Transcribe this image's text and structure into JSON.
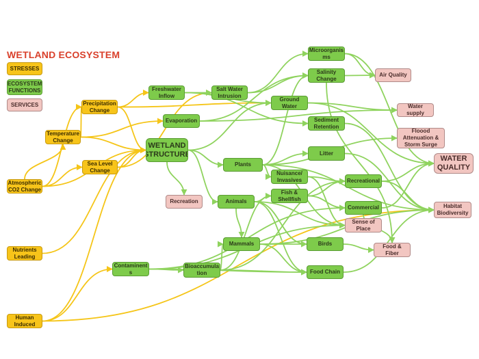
{
  "title": "WETLAND ECOSYSTEM",
  "legend": {
    "stresses": "STRESSES",
    "functions": "ECOSYSTEM FUNCTIONS",
    "services": "SERVICES"
  },
  "colors": {
    "stress": "#f7c41a",
    "function": "#7ecb4b",
    "service": "#f2c6c1",
    "title": "#d9402b",
    "edge_stress": "#f5c518",
    "edge_function": "#8fd35e"
  },
  "nodes": {
    "precipitation": "Precipitation Change",
    "temperature": "Temperature Change",
    "sea_level": "Sea Level Change",
    "atmospheric": "Atmospheric CO2 Change",
    "nutrients": "Nutrients Leading",
    "human": "Human Induced",
    "freshwater": "Freshwater Inflow",
    "salt_water": "Salt Water Intrusion",
    "evaporation": "Evaporation",
    "wetland": "WETLAND STRUCTURE",
    "microorganisms": "Microorganis ms",
    "salinity": "Salinity Change",
    "air_quality": "Air Quality",
    "ground_water": "Ground Water",
    "water_supply": "Water supply",
    "sediment": "Sediment Retention",
    "flood": "Floood Attenuation & Storm Surge",
    "litter": "Litter",
    "water_quality": "WATER QUALITY",
    "plants": "Plants",
    "nuisance": "Nuisance/ Invasives",
    "recreational": "Recreational",
    "recreation": "Recreation",
    "animals": "Animals",
    "fish": "Fish & Shellfish",
    "commercial": "Commercial",
    "habitat": "Habitat Biodiversity",
    "sense": "Sense of Place",
    "mammals": "Mammals",
    "birds": "Birds",
    "food_fiber": "Food & Fiber",
    "contaminents": "Contaminent s",
    "bioaccumulation": "Bioaccumula tion",
    "food_chain": "Food Chain"
  },
  "edges": [
    [
      "atmospheric",
      "temperature",
      "s"
    ],
    [
      "atmospheric",
      "sea_level",
      "s"
    ],
    [
      "atmospheric",
      "wetland",
      "s"
    ],
    [
      "atmospheric",
      "precipitation",
      "s"
    ],
    [
      "temperature",
      "precipitation",
      "s"
    ],
    [
      "temperature",
      "evaporation",
      "s"
    ],
    [
      "temperature",
      "wetland",
      "s"
    ],
    [
      "precipitation",
      "freshwater",
      "s"
    ],
    [
      "precipitation",
      "wetland",
      "s"
    ],
    [
      "precipitation",
      "ground_water",
      "s"
    ],
    [
      "sea_level",
      "wetland",
      "s"
    ],
    [
      "sea_level",
      "salt_water",
      "s"
    ],
    [
      "nutrients",
      "wetland",
      "s"
    ],
    [
      "human",
      "contaminents",
      "s"
    ],
    [
      "human",
      "wetland",
      "s"
    ],
    [
      "human",
      "habitat",
      "s"
    ],
    [
      "freshwater",
      "salt_water",
      "f"
    ],
    [
      "freshwater",
      "ground_water",
      "f"
    ],
    [
      "freshwater",
      "sediment",
      "f"
    ],
    [
      "salt_water",
      "salinity",
      "f"
    ],
    [
      "salt_water",
      "microorganisms",
      "f"
    ],
    [
      "evaporation",
      "water_supply",
      "f"
    ],
    [
      "evaporation",
      "salinity",
      "f"
    ],
    [
      "wetland",
      "plants",
      "f"
    ],
    [
      "wetland",
      "recreation",
      "f"
    ],
    [
      "wetland",
      "animals",
      "f"
    ],
    [
      "wetland",
      "ground_water",
      "f"
    ],
    [
      "plants",
      "salinity",
      "f"
    ],
    [
      "plants",
      "litter",
      "f"
    ],
    [
      "plants",
      "nuisance",
      "f"
    ],
    [
      "plants",
      "flood",
      "f"
    ],
    [
      "plants",
      "habitat",
      "f"
    ],
    [
      "plants",
      "sense",
      "f"
    ],
    [
      "microorganisms",
      "air_quality",
      "f"
    ],
    [
      "microorganisms",
      "water_quality",
      "f"
    ],
    [
      "salinity",
      "air_quality",
      "f"
    ],
    [
      "salinity",
      "food_fiber",
      "f"
    ],
    [
      "ground_water",
      "water_supply",
      "f"
    ],
    [
      "ground_water",
      "water_quality",
      "f"
    ],
    [
      "sediment",
      "habitat",
      "f"
    ],
    [
      "litter",
      "habitat",
      "f"
    ],
    [
      "animals",
      "fish",
      "f"
    ],
    [
      "animals",
      "mammals",
      "f"
    ],
    [
      "animals",
      "birds",
      "f"
    ],
    [
      "animals",
      "sense",
      "f"
    ],
    [
      "animals",
      "food_chain",
      "f"
    ],
    [
      "fish",
      "recreational",
      "f"
    ],
    [
      "fish",
      "commercial",
      "f"
    ],
    [
      "nuisance",
      "recreational",
      "f"
    ],
    [
      "nuisance",
      "sense",
      "f"
    ],
    [
      "recreational",
      "water_quality",
      "f"
    ],
    [
      "recreational",
      "habitat",
      "f"
    ],
    [
      "commercial",
      "food_fiber",
      "f"
    ],
    [
      "commercial",
      "water_quality",
      "f"
    ],
    [
      "mammals",
      "birds",
      "f"
    ],
    [
      "mammals",
      "food_chain",
      "f"
    ],
    [
      "mammals",
      "habitat",
      "f"
    ],
    [
      "birds",
      "food_fiber",
      "f"
    ],
    [
      "food_chain",
      "habitat",
      "f"
    ],
    [
      "contaminents",
      "bioaccumulation",
      "f"
    ],
    [
      "contaminents",
      "commercial",
      "f"
    ],
    [
      "contaminents",
      "sense",
      "f"
    ],
    [
      "contaminents",
      "food_chain",
      "f"
    ],
    [
      "bioaccumulation",
      "mammals",
      "f"
    ],
    [
      "bioaccumulation",
      "fish",
      "f"
    ],
    [
      "bioaccumulation",
      "food_chain",
      "f"
    ],
    [
      "bioaccumulation",
      "recreational",
      "f"
    ]
  ]
}
